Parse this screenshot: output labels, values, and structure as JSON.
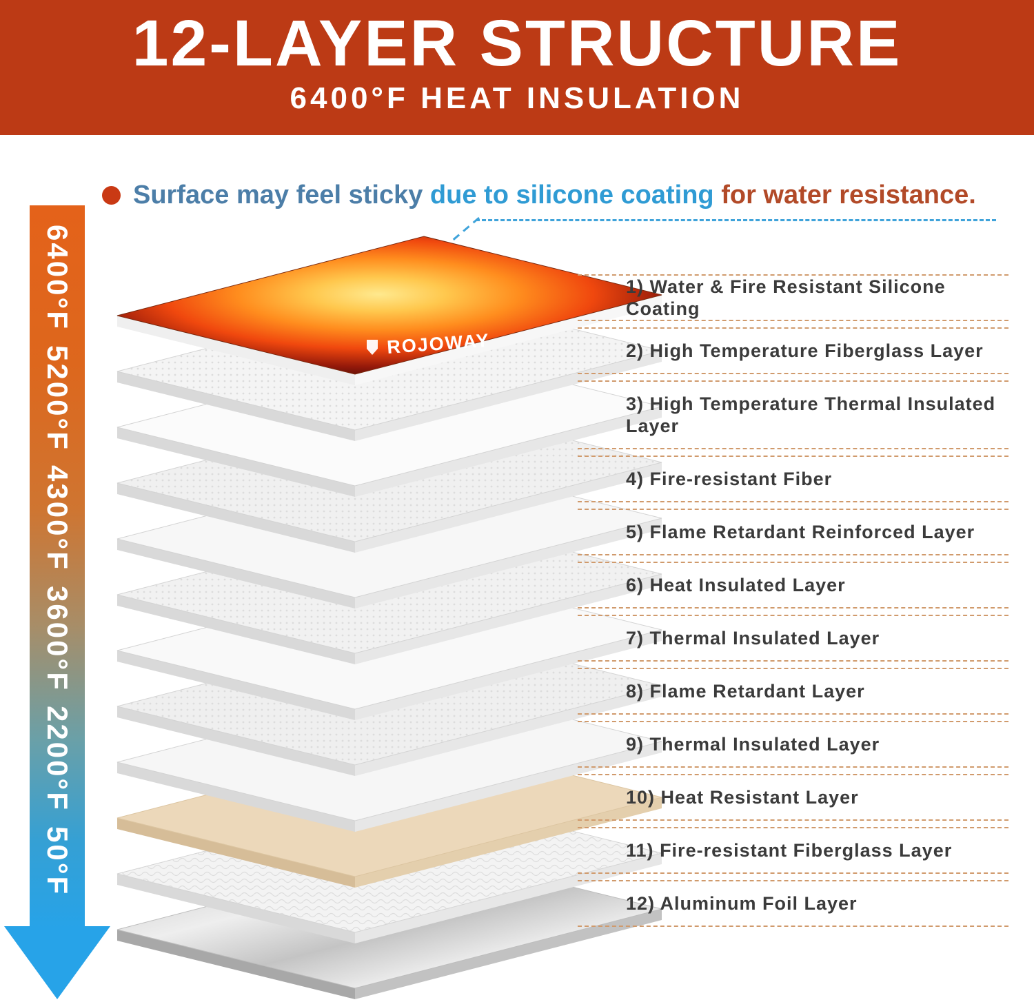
{
  "header": {
    "title": "12-LAYER STRUCTURE",
    "subtitle": "6400°F HEAT INSULATION",
    "bg_color": "#bc3a15"
  },
  "note": {
    "bullet_color": "#c93914",
    "segments": [
      {
        "text": "Surface may feel sticky ",
        "color": "#4c7ea8"
      },
      {
        "text": "due to silicone coating ",
        "color": "#2f9bd4"
      },
      {
        "text": "for water resistance.",
        "color": "#b24a28"
      }
    ]
  },
  "thermometer": {
    "labels": [
      "6400°F",
      "5200°F",
      "4300°F",
      "3600°F",
      "2200°F",
      "50°F"
    ],
    "gradient_top": "#e4621a",
    "gradient_bottom": "#27a3e8"
  },
  "stack": {
    "brand": "ROJOWAY"
  },
  "layer_list": [
    {
      "num": "1)",
      "label": "Water & Fire Resistant Silicone Coating"
    },
    {
      "num": "2)",
      "label": "High Temperature Fiberglass Layer"
    },
    {
      "num": "3)",
      "label": "High Temperature Thermal Insulated Layer"
    },
    {
      "num": "4)",
      "label": "Fire-resistant Fiber"
    },
    {
      "num": "5)",
      "label": "Flame Retardant Reinforced Layer"
    },
    {
      "num": "6)",
      "label": "Heat Insulated Layer"
    },
    {
      "num": "7)",
      "label": "Thermal Insulated Layer"
    },
    {
      "num": "8)",
      "label": "Flame Retardant Layer"
    },
    {
      "num": "9)",
      "label": "Thermal Insulated Layer"
    },
    {
      "num": "10)",
      "label": "Heat Resistant Layer"
    },
    {
      "num": "11)",
      "label": "Fire-resistant Fiberglass Layer"
    },
    {
      "num": "12)",
      "label": "Aluminum Foil Layer"
    }
  ]
}
